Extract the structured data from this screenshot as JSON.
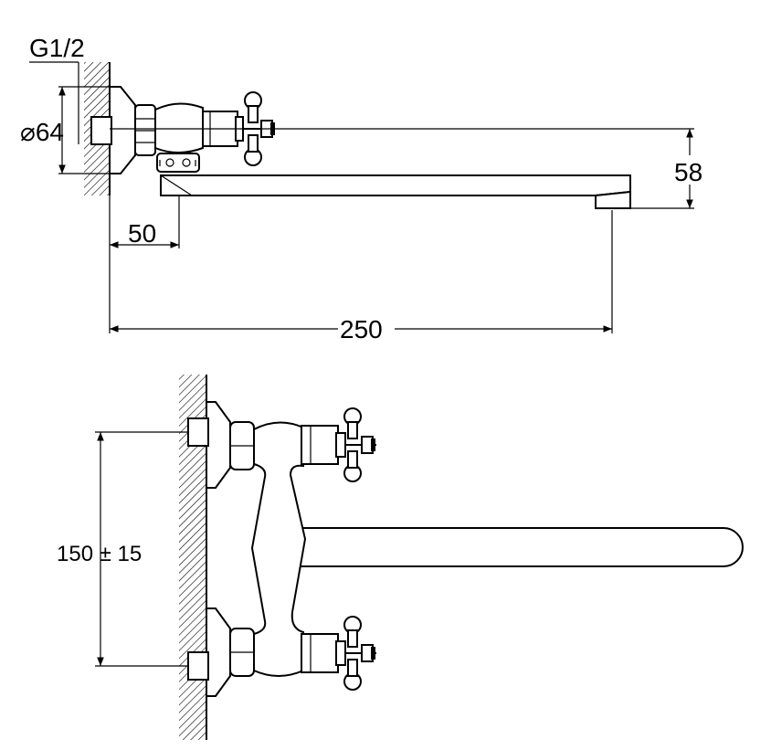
{
  "labels": {
    "thread": "G1/2",
    "diameter": "⌀64",
    "offset": "50",
    "reach": "250",
    "height": "58",
    "centers": "150 ± 15"
  },
  "colors": {
    "line": "#000000",
    "background": "#ffffff"
  }
}
